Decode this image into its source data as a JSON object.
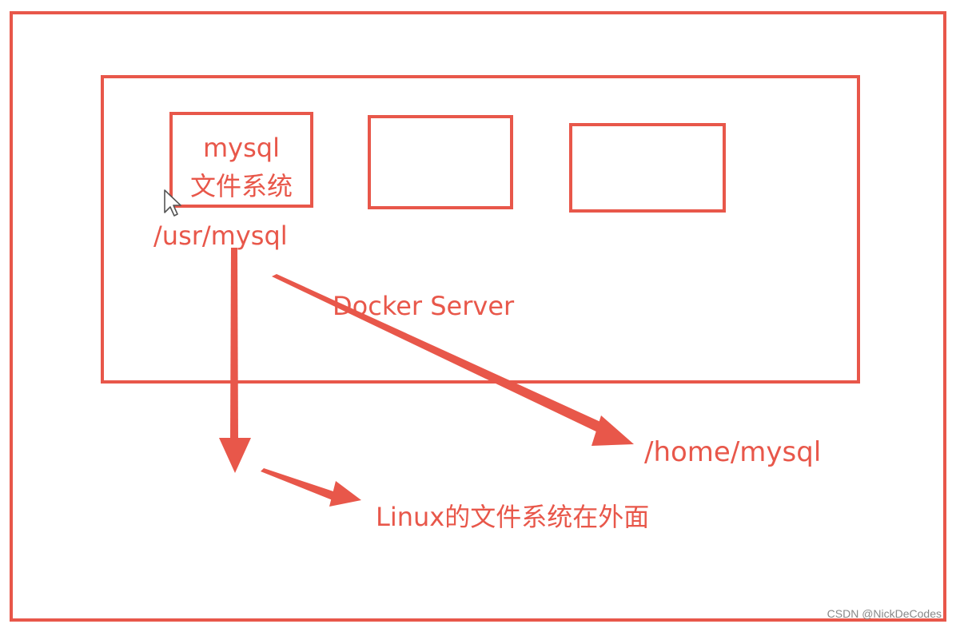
{
  "diagram": {
    "accent_color": "#e8574a",
    "container_1": {
      "line1": "mysql",
      "line2": "文件系统"
    },
    "container_path": "/usr/mysql",
    "server_label": "Docker Server",
    "host_path": "/home/mysql",
    "host_fs_label": "Linux的文件系统在外面",
    "cursor_icon": "mouse-pointer-icon"
  },
  "watermark": "CSDN @NickDeCodes"
}
